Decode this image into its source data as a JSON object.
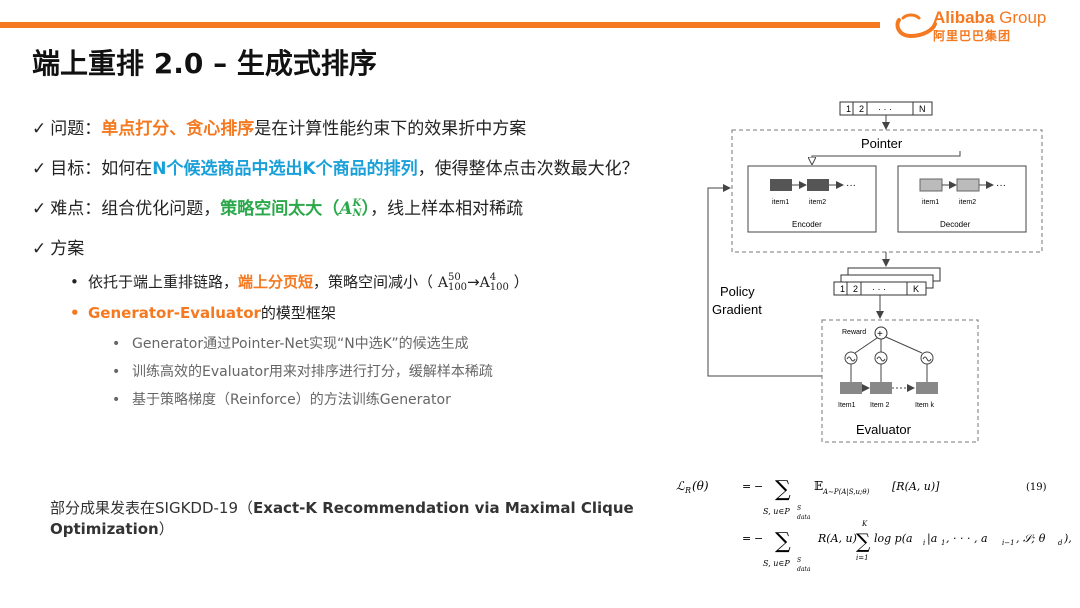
{
  "header": {
    "brand_en": "Alibaba",
    "brand_group": "Group",
    "brand_cn": "阿里巴巴集团",
    "accent": "#f47920"
  },
  "slide": {
    "title": "端上重排 2.0 – 生成式排序",
    "bullets": [
      {
        "mark": "✓",
        "prefix": "问题：",
        "highlight": "单点打分、贪心排序",
        "suffix": "是在计算性能约束下的效果折中方案"
      },
      {
        "mark": "✓",
        "prefix": "目标：如何在",
        "highlight": "N个候选商品中选出K个商品的排列",
        "suffix": "，使得整体点击次数最大化？"
      },
      {
        "mark": "✓",
        "prefix": "难点：组合优化问题，",
        "highlight": "策略空间太大（",
        "math_base": "A",
        "math_sup": "K",
        "math_sub": "N",
        "highlight_end": "）",
        "suffix": "，线上样本相对稀疏"
      },
      {
        "mark": "✓",
        "prefix": "方案"
      }
    ],
    "sub_bullets": [
      {
        "mark": "•",
        "prefix": "依托于端上重排链路，",
        "highlight": "端上分页短",
        "suffix": "，策略空间减小（",
        "f1_sup": "50",
        "f1_sub": "100",
        "arrow": "→",
        "f2_sup": "4",
        "f2_sub": "100",
        "end": "）"
      },
      {
        "mark": "•",
        "highlight": "Generator-Evaluator",
        "suffix": "的模型框架"
      }
    ],
    "sub_sub_bullets": [
      {
        "mark": "•",
        "text": "Generator通过Pointer-Net实现“N中选K”的候选生成"
      },
      {
        "mark": "•",
        "text": "训练高效的Evaluator用来对排序进行打分，缓解样本稀疏"
      },
      {
        "mark": "•",
        "text": "基于策略梯度（Reinforce）的方法训练Generator"
      }
    ],
    "publication": {
      "prefix": "部分成果发表在SIGKDD-19（",
      "title": "Exact-K Recommendation via Maximal Clique Optimization",
      "suffix": "）"
    },
    "colors": {
      "orange": "#f47920",
      "blue": "#1aa0d8",
      "green": "#2aa84a"
    }
  },
  "diagram": {
    "input_seq": [
      "1",
      "2",
      "· · ·",
      "N"
    ],
    "pointer_label": "Pointer",
    "encoder_label": "Encoder",
    "decoder_label": "Decoder",
    "encoder_items": [
      "item1",
      "item2"
    ],
    "decoder_items": [
      "item1",
      "item2"
    ],
    "ellipsis": "···",
    "policy_gradient": "Policy\nGradient",
    "policy_line1": "Policy",
    "policy_line2": "Gradient",
    "output_seq": [
      "1",
      "2",
      "· · ·",
      "K"
    ],
    "reward_label": "Reward",
    "evaluator_items": [
      "Item1",
      "Item 2",
      "Item k"
    ],
    "evaluator_label": "Evaluator"
  },
  "equation": {
    "number": "(19)",
    "lhs": "ℒ",
    "lhs_sub": "R",
    "lhs_arg": "(θ)",
    "line1": "= −  Σ  𝔼",
    "line1_exp": "A∼P(A|S,u;θ)",
    "line1_body": "[R(A, u)]",
    "sum_sub": "S, u∈P",
    "sum_sub_sup": "S",
    "sum_sub_sub": "data",
    "line2_body": "R(A, u)",
    "inner_sum_top": "K",
    "inner_sum_bottom": "i=1",
    "log_body": "log p(a",
    "log_rest": "|a",
    "log_tail": ", · · · , a",
    "log_end": ", 𝒮; θ",
    "log_close": "),"
  }
}
